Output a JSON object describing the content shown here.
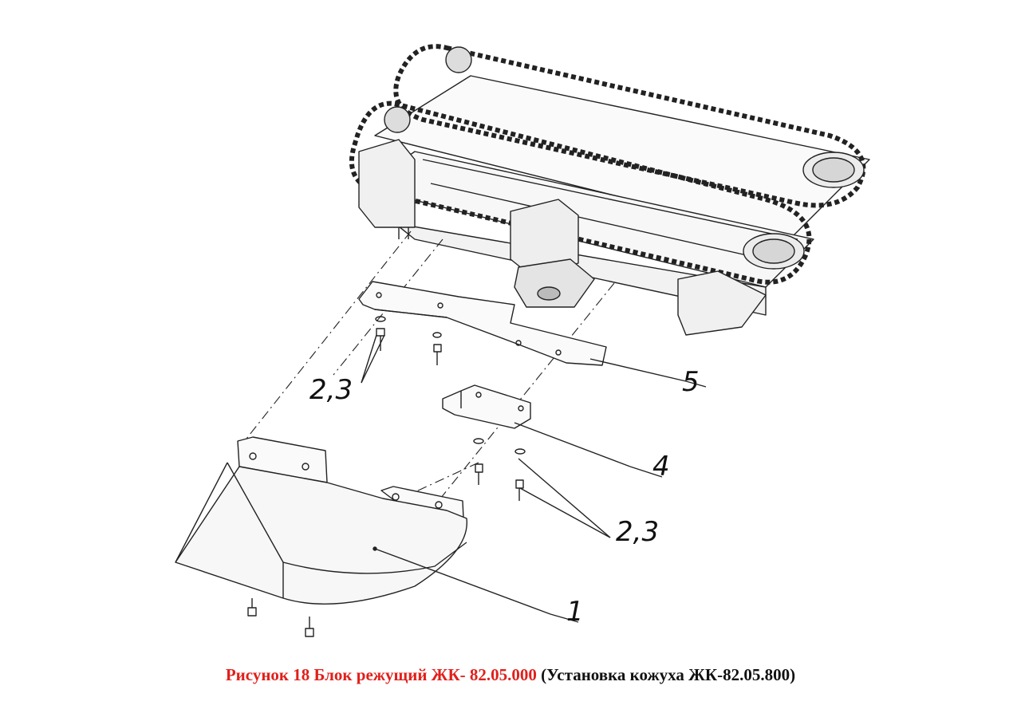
{
  "callouts": {
    "part_2_3_left": "2,3",
    "part_5": "5",
    "part_4": "4",
    "part_2_3_right": "2,3",
    "part_1": "1"
  },
  "caption": {
    "red_part": "Рисунок 18 Блок режущий ЖК- 82.05.000",
    "black_part": "(Установка кожуха ЖК-82.05.800)"
  },
  "colors": {
    "caption_red": "#e0201b",
    "caption_black": "#111111",
    "line": "#222222"
  }
}
